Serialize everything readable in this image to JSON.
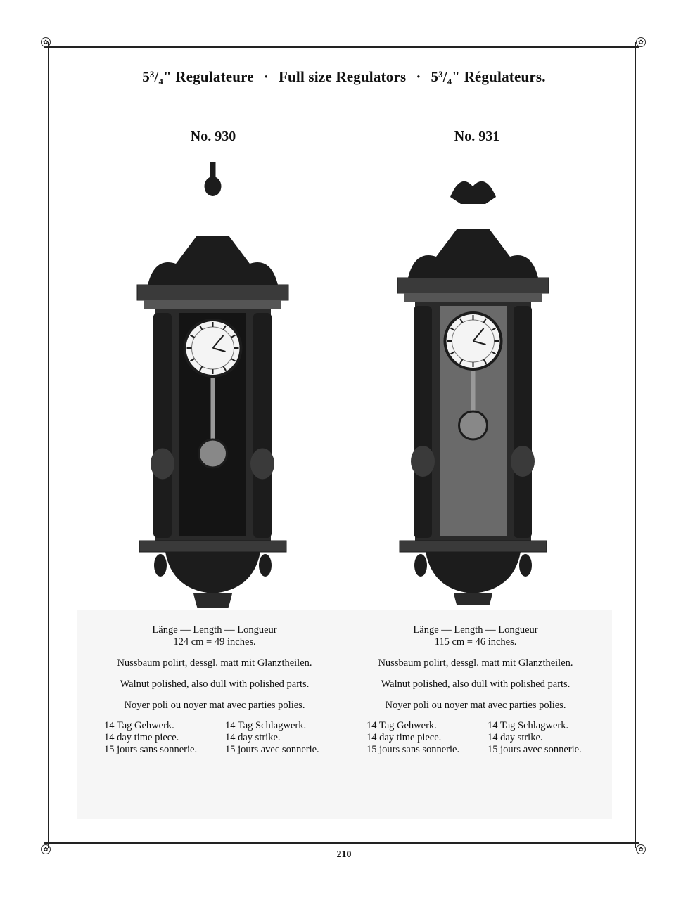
{
  "header": {
    "title_parts": [
      "5³/₄\" Regulateure",
      "Full size Regulators",
      "5³/₄\" Régulateurs."
    ],
    "separator": "·"
  },
  "products": [
    {
      "number": "No. 930",
      "length_label": "Länge — Length — Longueur",
      "length_value": "124 cm = 49 inches.",
      "desc_de": "Nussbaum polirt, dessgl. matt mit Glanztheilen.",
      "desc_en": "Walnut polished, also dull with polished parts.",
      "desc_fr": "Noyer poli ou noyer mat avec parties polies.",
      "movement_left": [
        "14 Tag Gehwerk.",
        "14 day time piece.",
        "15 jours sans sonnerie."
      ],
      "movement_right": [
        "14 Tag Schlagwerk.",
        "14 day strike.",
        "15 jours avec sonnerie."
      ]
    },
    {
      "number": "No. 931",
      "length_label": "Länge — Length — Longueur",
      "length_value": "115 cm = 46 inches.",
      "desc_de": "Nussbaum polirt, dessgl. matt mit Glanztheilen.",
      "desc_en": "Walnut polished, also dull with polished parts.",
      "desc_fr": "Noyer poli ou noyer mat avec parties polies.",
      "movement_left": [
        "14 Tag Gehwerk.",
        "14 day time piece.",
        "15 jours sans sonnerie."
      ],
      "movement_right": [
        "14 Tag Schlagwerk.",
        "14 day strike.",
        "15 jours avec sonnerie."
      ]
    }
  ],
  "page_number": "210"
}
